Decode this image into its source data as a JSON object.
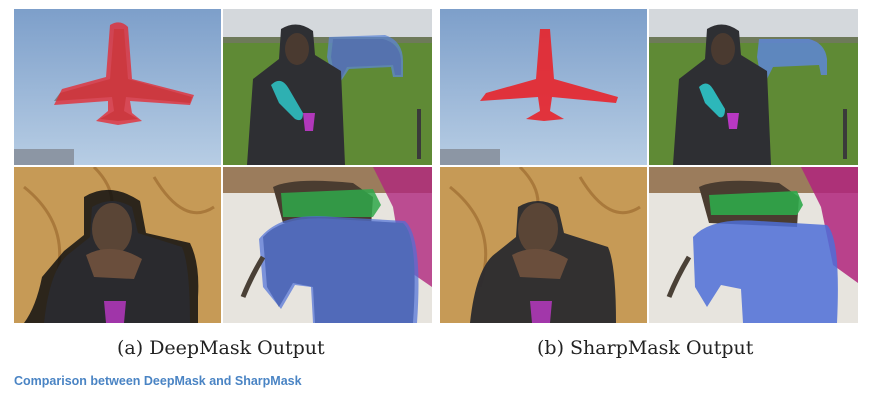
{
  "figure": {
    "captions": [
      {
        "label": "(a) DeepMask Output"
      },
      {
        "label": "(b) SharpMask Output"
      }
    ],
    "footnote": "Comparison between DeepMask and SharpMask",
    "panel_groups": [
      {
        "name": "deepmask",
        "panels": [
          "airplane",
          "man",
          "obama",
          "elephant"
        ]
      },
      {
        "name": "sharpmask",
        "panels": [
          "airplane",
          "man",
          "obama",
          "elephant"
        ]
      }
    ],
    "colors": {
      "airplane_mask": "#e8232a",
      "cow_mask": "#5e86d6",
      "arm_mask": "#2ec7c9",
      "cup_mask": "#c83ad3",
      "bird_mask": "#2fa84a",
      "elephant_mask": "#4d6fd8",
      "magenta_mask": "#b0257d"
    }
  }
}
